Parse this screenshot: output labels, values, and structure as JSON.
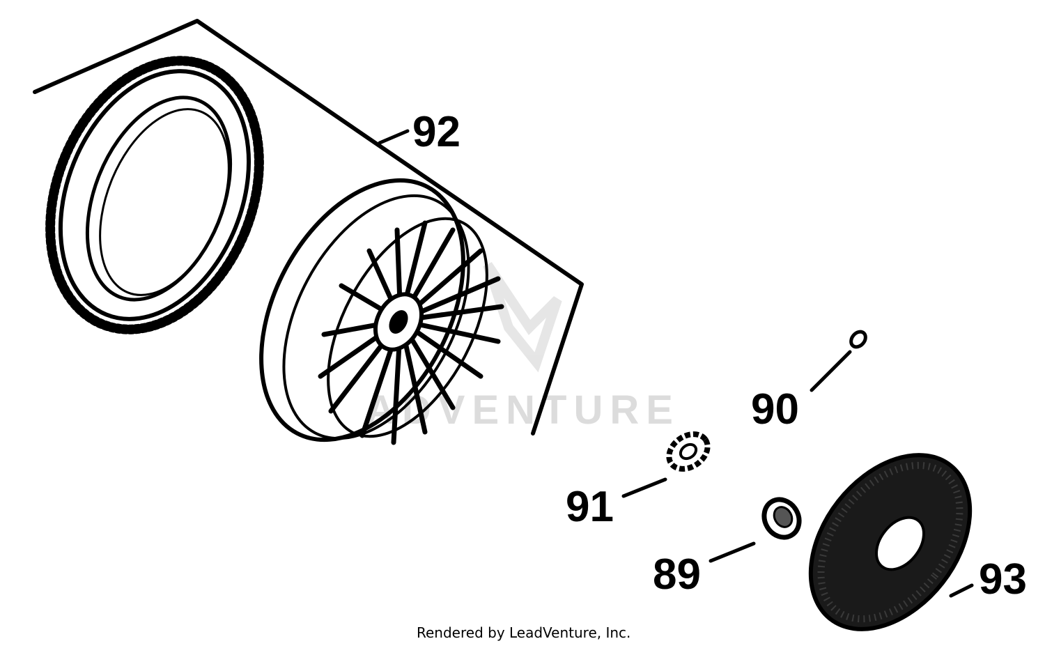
{
  "diagram": {
    "parts": [
      {
        "id": "ring-gear",
        "callout": "92"
      },
      {
        "id": "flywheel",
        "callout": "92"
      },
      {
        "id": "key",
        "callout": "90"
      },
      {
        "id": "washer",
        "callout": "91"
      },
      {
        "id": "nut",
        "callout": "89"
      },
      {
        "id": "screen",
        "callout": "93"
      }
    ],
    "callouts": {
      "c92": "92",
      "c90": "90",
      "c91": "91",
      "c89": "89",
      "c93": "93"
    },
    "watermark": "ADVENTURE",
    "credit": "Rendered by LeadVenture, Inc."
  },
  "colors": {
    "ink": "#000000",
    "paper": "#ffffff",
    "watermark": "#d9d9d9"
  }
}
